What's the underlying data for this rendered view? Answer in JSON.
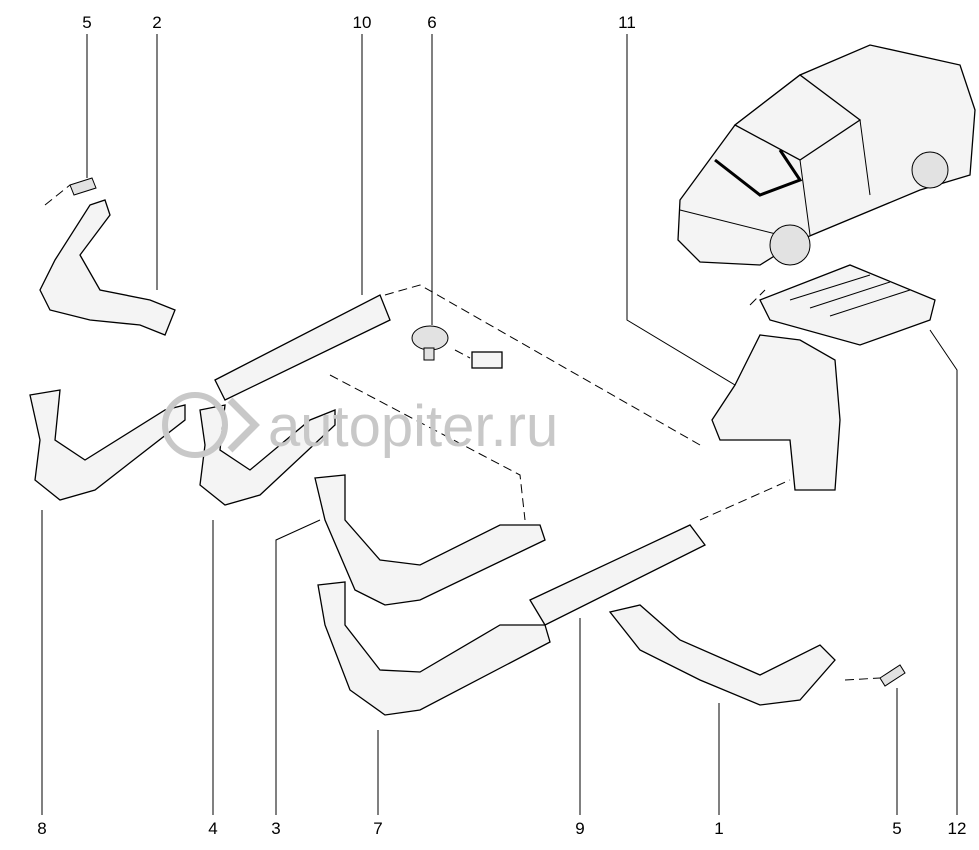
{
  "diagram": {
    "callouts": {
      "top_5": "5",
      "top_2": "2",
      "top_10": "10",
      "top_6": "6",
      "top_11": "11",
      "bottom_8": "8",
      "bottom_4": "4",
      "bottom_3": "3",
      "bottom_7": "7",
      "bottom_9": "9",
      "bottom_1": "1",
      "bottom_5": "5",
      "bottom_12": "12"
    },
    "watermark": "autopiter.ru"
  }
}
